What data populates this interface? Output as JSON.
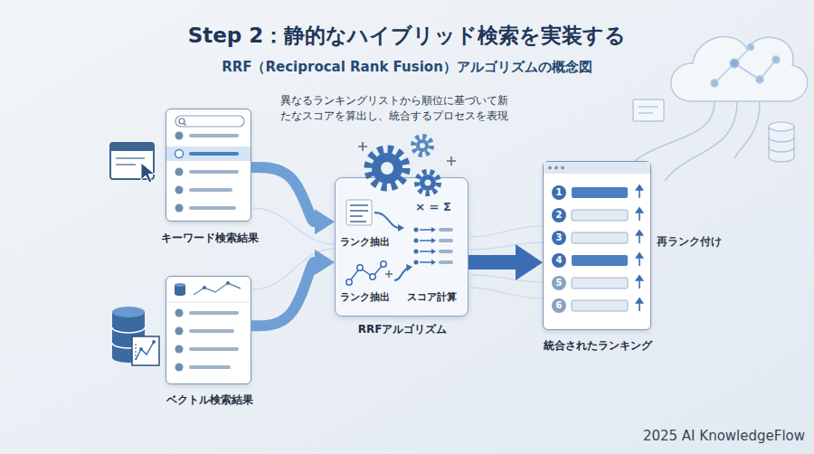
{
  "diagram": {
    "title": "Step 2：静的なハイブリッド検索を実装する",
    "nodes": [
      {
        "text": [
          "キーワード検索結果"
        ]
      },
      {
        "text": [
          "ベクトル検索結果"
        ]
      },
      {
        "text": [
          "ランク抽出",
          "ランク抽出",
          "スコア計算",
          "RRFアルゴリズム"
        ]
      },
      {
        "text": [
          "統合されたランキング"
        ]
      }
    ],
    "edges": [
      {
        "from": 0,
        "to": 2,
        "arrow": "to"
      },
      {
        "from": 1,
        "to": 2,
        "arrow": "to"
      },
      {
        "from": 2,
        "to": 3,
        "arrow": "to"
      }
    ],
    "labels": [
      "RRF（Reciprocal Rank Fusion）アルゴリズムの概念図",
      "異なるランキングリストから順位に基づいて新たなスコアを算出し、統合するプロセスを表現",
      "× = Σ",
      "1",
      "2",
      "3",
      "4",
      "5",
      "6",
      "再ランク付け",
      "2025 AI KnowledgeFlow"
    ]
  }
}
